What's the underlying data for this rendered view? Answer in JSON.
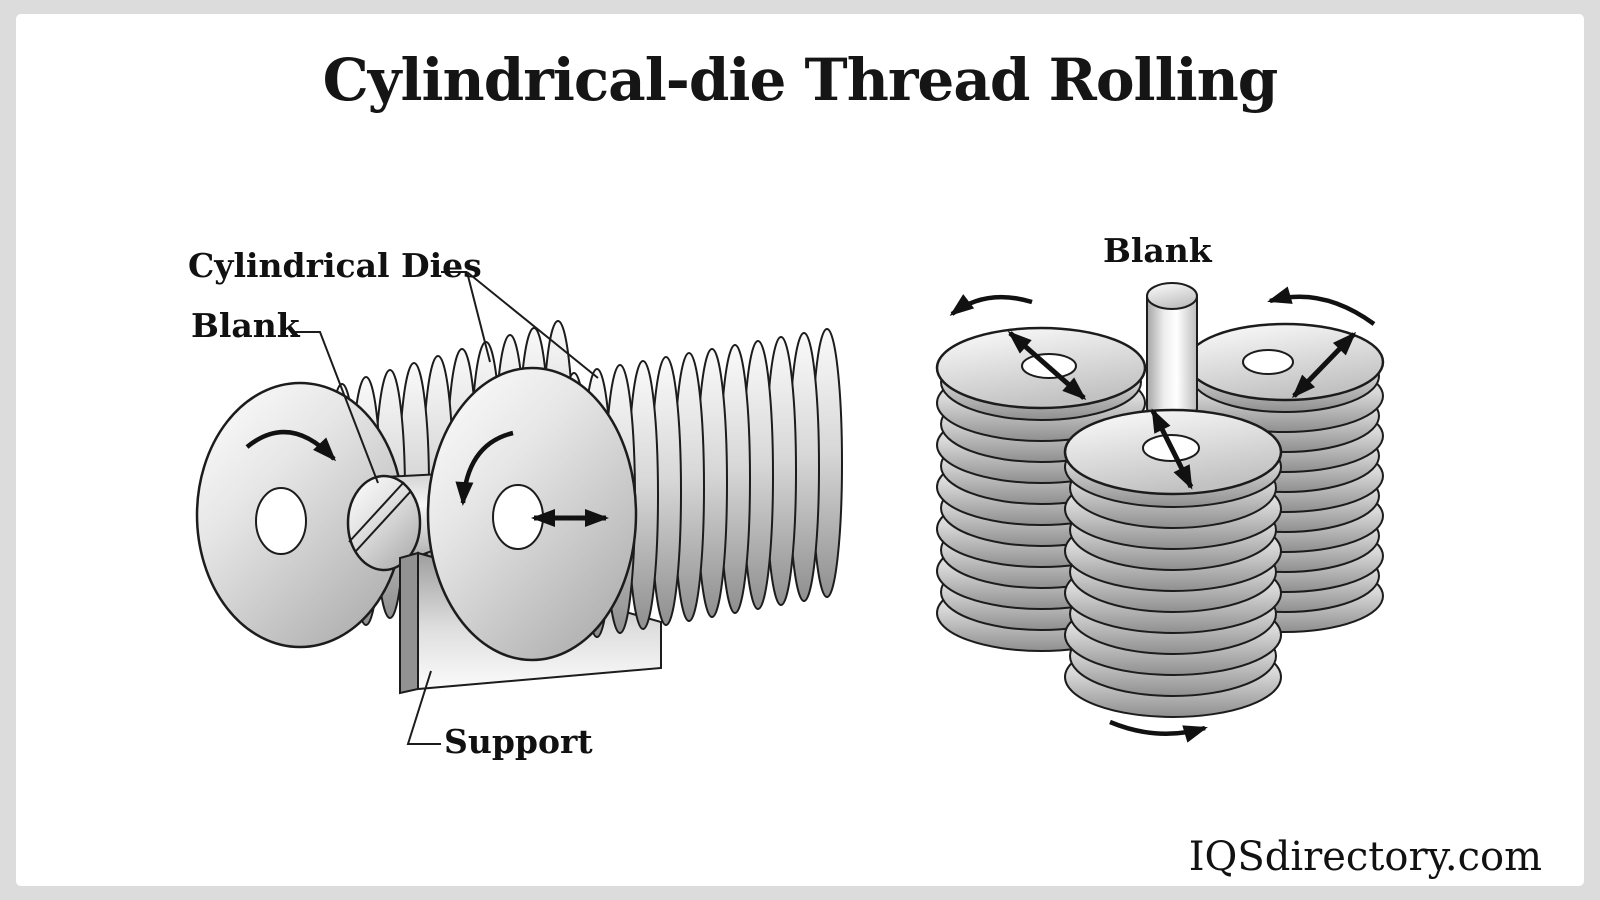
{
  "title": "Cylindrical-die Thread Rolling",
  "watermark": "IQSdirectory.com",
  "colors": {
    "frame": "#dcdcdc",
    "canvas": "#ffffff",
    "line": "#1c1c1c",
    "metal_light": "#fafafa",
    "metal_dark": "#8f8f8f"
  },
  "left_diagram": {
    "description": "two cylindrical dies rolling a blank on a support",
    "labels": {
      "cylindrical_dies": "Cylindrical Dies",
      "blank": "Blank",
      "support": "Support"
    }
  },
  "right_diagram": {
    "description": "three cylindrical dies around a central blank",
    "labels": {
      "blank": "Blank"
    }
  }
}
